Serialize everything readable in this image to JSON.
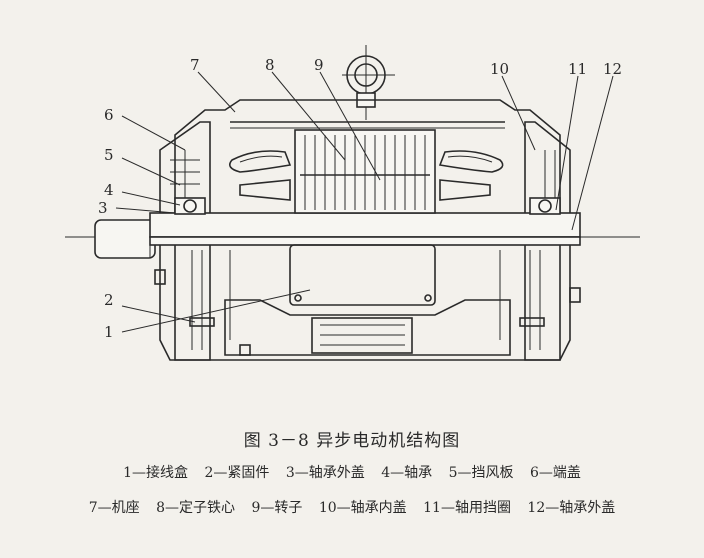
{
  "figure": {
    "caption": "图 3－8   异步电动机结构图",
    "labels": [
      "1",
      "2",
      "3",
      "4",
      "5",
      "6",
      "7",
      "8",
      "9",
      "10",
      "11",
      "12"
    ],
    "legend_row1": [
      "1—接线盒",
      "2—紧固件",
      "3—轴承外盖",
      "4—轴承",
      "5—挡风板",
      "6—端盖"
    ],
    "legend_row2": [
      "7—机座",
      "8—定子铁心",
      "9—转子",
      "10—轴承内盖",
      "11—轴用挡圈",
      "12—轴承外盖"
    ]
  }
}
